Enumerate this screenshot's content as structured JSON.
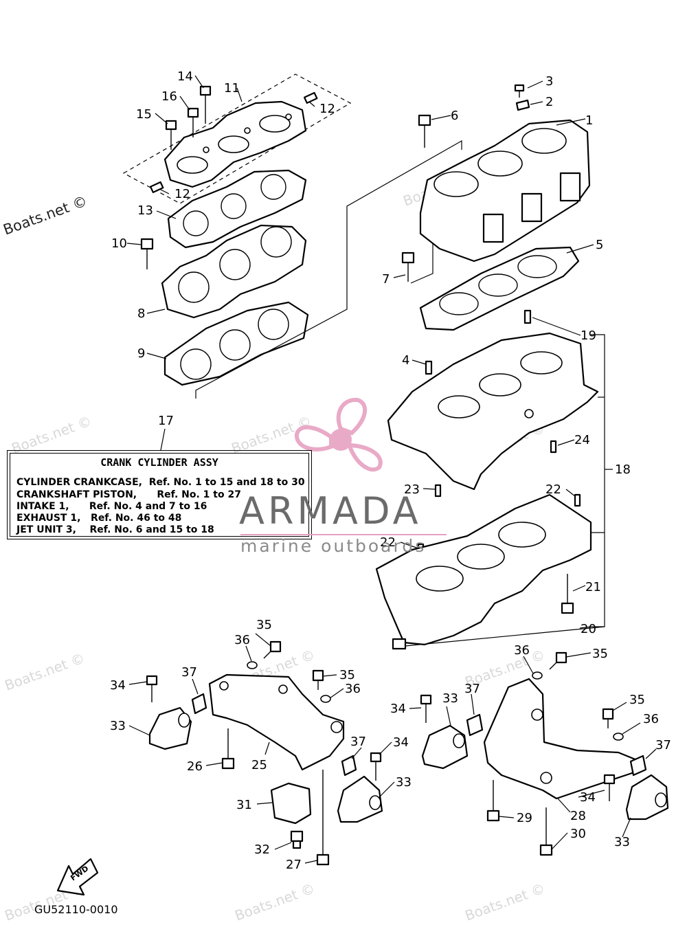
{
  "labels": {
    "l1": "1",
    "l2": "2",
    "l3": "3",
    "l4": "4",
    "l5": "5",
    "l6": "6",
    "l7": "7",
    "l8": "8",
    "l9": "9",
    "l10": "10",
    "l11": "11",
    "l12a": "12",
    "l12b": "12",
    "l13": "13",
    "l14": "14",
    "l15": "15",
    "l16": "16",
    "l17": "17",
    "l18": "18",
    "l19": "19",
    "l20": "20",
    "l21": "21",
    "l22a": "22",
    "l22b": "22",
    "l23": "23",
    "l24": "24",
    "l25": "25",
    "l26": "26",
    "l27": "27",
    "l28": "28",
    "l29": "29",
    "l30": "30",
    "l31": "31",
    "l32": "32",
    "l33a": "33",
    "l33b": "33",
    "l33c": "33",
    "l33d": "33",
    "l34a": "34",
    "l34b": "34",
    "l34c": "34",
    "l34d": "34",
    "l35a": "35",
    "l35b": "35",
    "l35c": "35",
    "l35d": "35",
    "l36a": "36",
    "l36b": "36",
    "l36c": "36",
    "l36d": "36",
    "l37a": "37",
    "l37b": "37",
    "l37c": "37",
    "l37d": "37"
  },
  "assy_box": {
    "title": "CRANK CYLINDER ASSY",
    "rows": [
      "CYLINDER CRANKCASE,  Ref. No. 1 to 15 and 18 to 30",
      "CRANKSHAFT PISTON,      Ref. No. 1 to 27",
      "INTAKE 1,      Ref. No. 4 and 7 to 16",
      "EXHAUST 1,   Ref. No. 46 to 48",
      "JET UNIT 3,    Ref. No. 6 and 15 to 18"
    ]
  },
  "watermark": {
    "text": "Boats.net ©",
    "brand_name": "ARMADA",
    "brand_tagline": "marine outboards",
    "brand_color": "#e7a1c2"
  },
  "fwd_arrow": "FWD",
  "doc_code": "GU52110-0010"
}
